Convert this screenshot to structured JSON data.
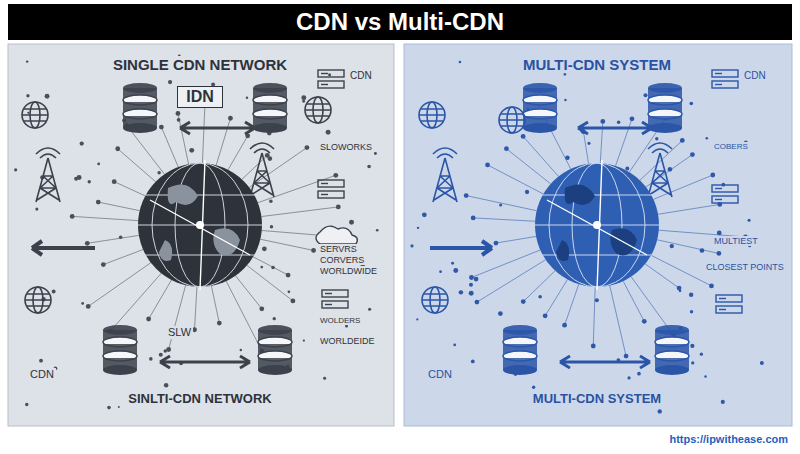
{
  "diagram": {
    "title": "CDN vs Multi-CDN",
    "labels": [
      "SINGLE CDN NETWORK",
      "IDN",
      "CDN",
      "SLOWORKS",
      "SERVRS",
      "CORVERS",
      "WORLDWIDE",
      "SLW",
      "WOLDERS",
      "WORLDEIDE",
      "CDN",
      "SINLTI-CDN NETWORK",
      "MULTI-CDN SYSTEM",
      "CDN",
      "COBERS",
      "MULTIEST",
      "CLOSEST POINTS",
      "CDN",
      "MULTI-CDN SYSTEM",
      "https://ipwithease.com"
    ]
  }
}
